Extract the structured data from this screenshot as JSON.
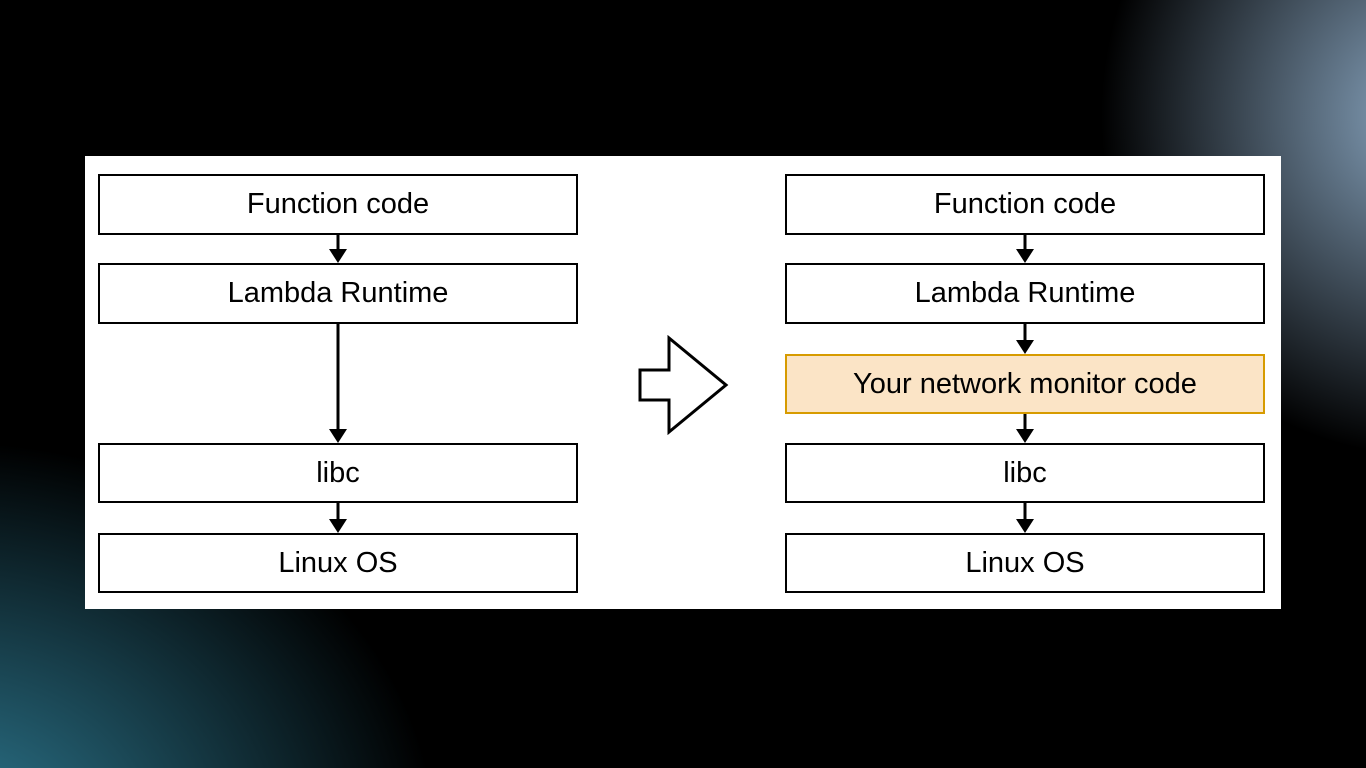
{
  "diagram": {
    "left_stack": {
      "boxes": [
        {
          "label": "Function code"
        },
        {
          "label": "Lambda Runtime"
        },
        {
          "label": "libc"
        },
        {
          "label": "Linux OS"
        }
      ]
    },
    "right_stack": {
      "boxes": [
        {
          "label": "Function code"
        },
        {
          "label": "Lambda Runtime"
        },
        {
          "label": "Your network monitor code",
          "highlighted": true
        },
        {
          "label": "libc"
        },
        {
          "label": "Linux OS"
        }
      ]
    },
    "colors": {
      "background": "#000000",
      "glow_bottom_left": "#30809A",
      "glow_top_right": "#8FADC9",
      "canvas_bg": "#FFFFFF",
      "node_fill": "#FFFFFF",
      "node_border": "#000000",
      "node_text": "#000000",
      "highlight_fill": "#FBE4C6",
      "highlight_border": "#D79B00"
    }
  }
}
